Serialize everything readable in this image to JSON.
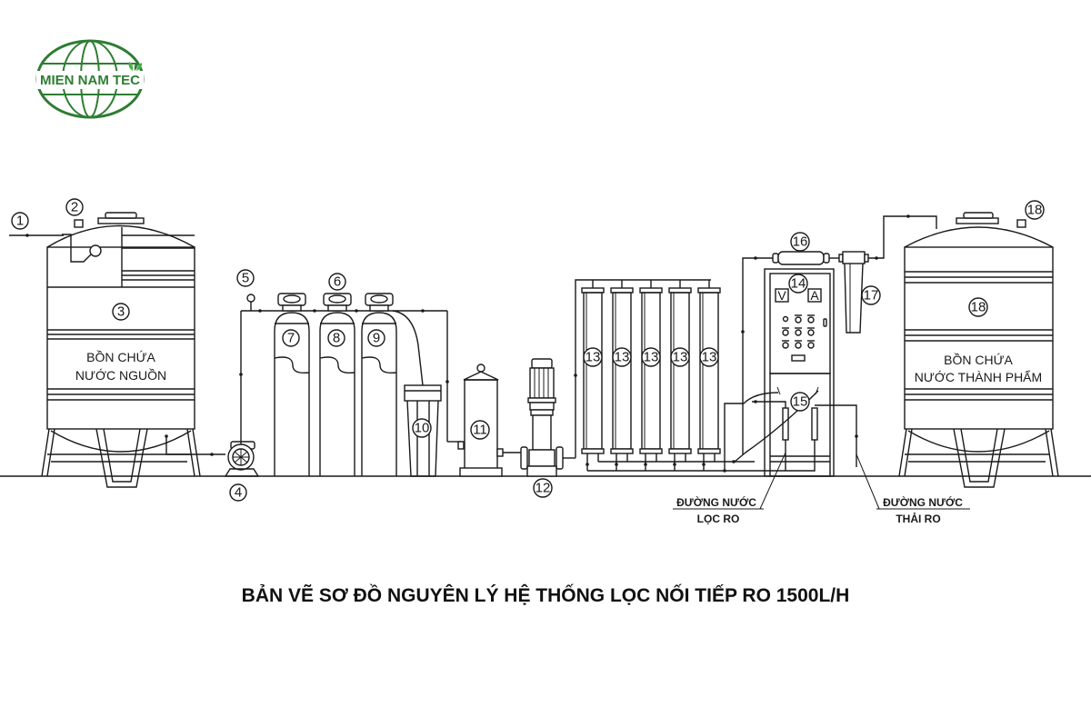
{
  "logo": {
    "text": "MIEN NAM TEC",
    "color": "#2e7d32",
    "accent_color": "#4caf50"
  },
  "diagram": {
    "title": "BẢN VẼ SƠ ĐỒ NGUYÊN LÝ HỆ THỐNG LỌC NỐI TIẾP RO 1500L/H",
    "line_color": "#1a1a1a",
    "source_tank": {
      "label_line1": "BỒN CHỨA",
      "label_line2": "NƯỚC NGUỒN"
    },
    "product_tank": {
      "label_line1": "BỒN CHỨA",
      "label_line2": "NƯỚC THÀNH PHẨM"
    },
    "ro_filtered_line": {
      "label_line1": "ĐƯỜNG NƯỚC",
      "label_line2": "LỌC RO"
    },
    "ro_waste_line": {
      "label_line1": "ĐƯỜNG NƯỚC",
      "label_line2": "THẢI RO"
    },
    "control_panel": {
      "voltmeter": "V",
      "ammeter": "A"
    },
    "markers": {
      "m1": "1",
      "m2": "2",
      "m3": "3",
      "m4": "4",
      "m5": "5",
      "m6": "6",
      "m7": "7",
      "m8": "8",
      "m9": "9",
      "m10": "10",
      "m11": "11",
      "m12": "12",
      "m13a": "13",
      "m13b": "13",
      "m13c": "13",
      "m13d": "13",
      "m13e": "13",
      "m14": "14",
      "m15": "15",
      "m16": "16",
      "m17": "17",
      "m18a": "18",
      "m18b": "18"
    }
  }
}
